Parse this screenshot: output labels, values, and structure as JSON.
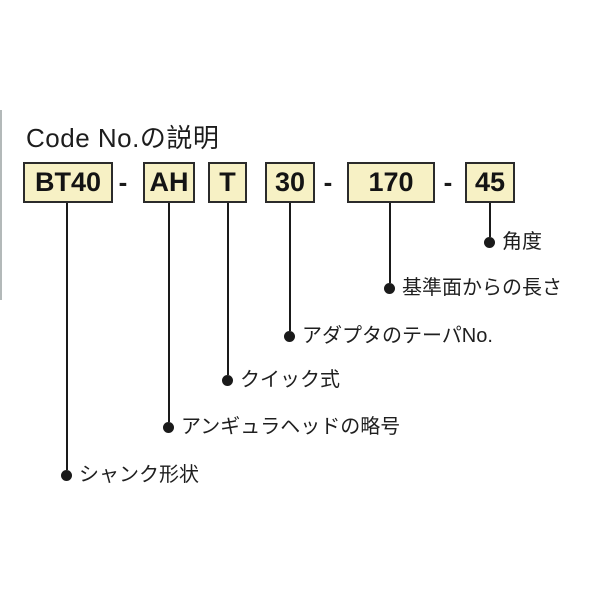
{
  "title": "Code No.の説明",
  "colors": {
    "background": "#FFFFFF",
    "box_fill": "#F7F1C5",
    "box_border": "#2B2B2B",
    "leader_line": "#1A1A1A",
    "text": "#1D1D1D",
    "table_border": "#B3B9B9"
  },
  "code": {
    "separator": "-",
    "parts": [
      {
        "value": "BT40",
        "label": "シャンク形状"
      },
      {
        "value": "AH",
        "label": "アンギュラヘッドの略号"
      },
      {
        "value": "T",
        "label": "クイック式"
      },
      {
        "value": "30",
        "label": "アダプタのテーパNo."
      },
      {
        "value": "170",
        "label": "基準面からの長さ"
      },
      {
        "value": "45",
        "label": "角度"
      }
    ]
  }
}
